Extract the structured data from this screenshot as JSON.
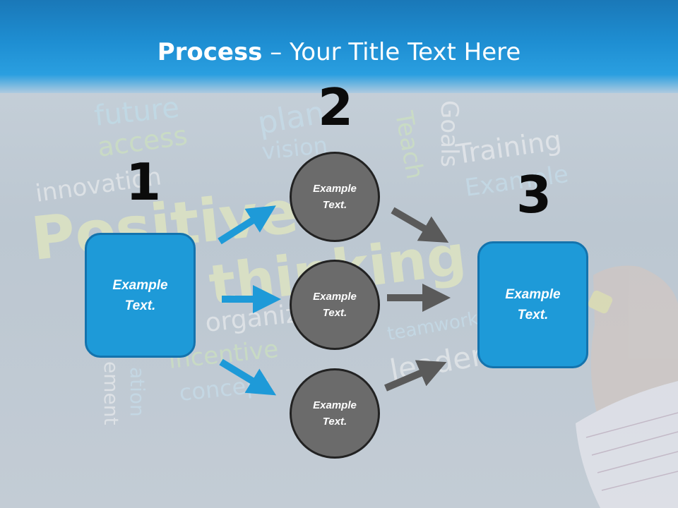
{
  "slide": {
    "title_bold": "Process",
    "title_rest": " – Your Title Text Here"
  },
  "steps": {
    "one": {
      "number": "1",
      "text_line1": "Example",
      "text_line2": "Text."
    },
    "two": {
      "number": "2"
    },
    "three": {
      "number": "3",
      "text_line1": "Example",
      "text_line2": "Text."
    }
  },
  "circles": [
    {
      "text_line1": "Example",
      "text_line2": "Text."
    },
    {
      "text_line1": "Example",
      "text_line2": "Text."
    },
    {
      "text_line1": "Example",
      "text_line2": "Text."
    }
  ],
  "background_words": [
    "future",
    "plan",
    "access",
    "vision",
    "innovation",
    "Training",
    "Example",
    "Positive",
    "thinking",
    "organize",
    "incentive",
    "concept",
    "teamwork",
    "leader",
    "Teach",
    "Goals",
    "ation",
    "ement"
  ],
  "colors": {
    "header": "#1e8ed2",
    "box_fill": "#1e9ad8",
    "box_border": "#1473ad",
    "circle_fill": "#6b6b6b",
    "circle_border": "#222222",
    "arrow_blue": "#1e9ad8",
    "arrow_gray": "#5a5a5a",
    "number": "#0b0b0b"
  }
}
